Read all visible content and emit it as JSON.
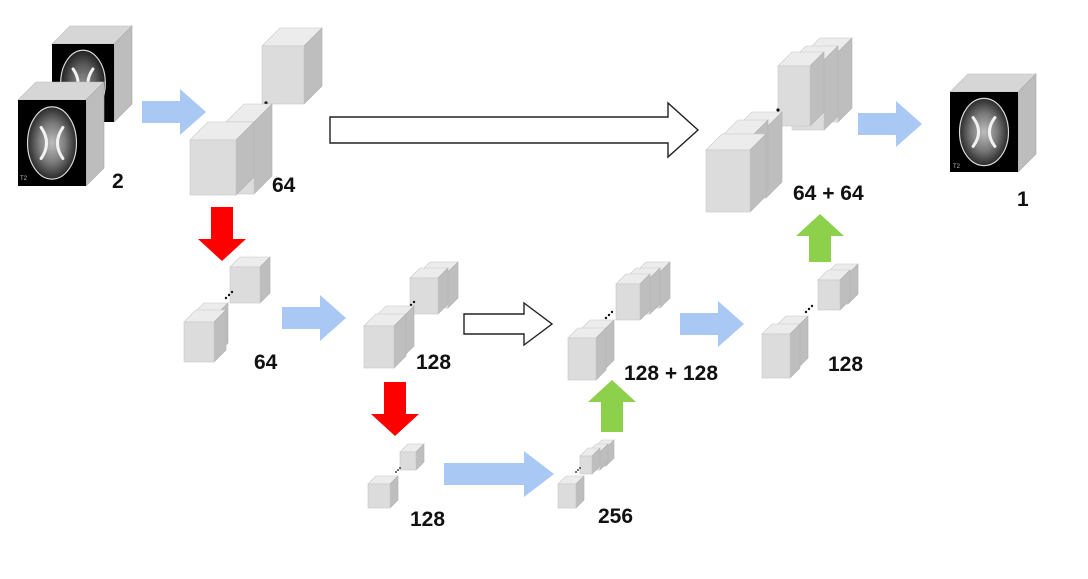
{
  "diagram": {
    "labels": {
      "input_channels": "2",
      "enc1_channels": "64",
      "enc2_in_channels": "64",
      "enc2_out_channels": "128",
      "bottom_in_channels": "128",
      "bottom_out_channels": "256",
      "dec2_concat_channels": "128 + 128",
      "dec2_out_channels": "128",
      "dec1_concat_channels": "64 + 64",
      "output_channels": "1"
    },
    "image_tags": {
      "input_t2": "T2",
      "output_t2": "T2"
    },
    "colors": {
      "flow_arrow": "#a9c8f4",
      "pool_arrow": "#ff0000",
      "upconv_arrow": "#8dd04c",
      "skip_arrow_outline": "#222222",
      "cube_front": "#dcdcdc",
      "cube_top": "#ececec",
      "cube_side": "#bebebe"
    }
  }
}
